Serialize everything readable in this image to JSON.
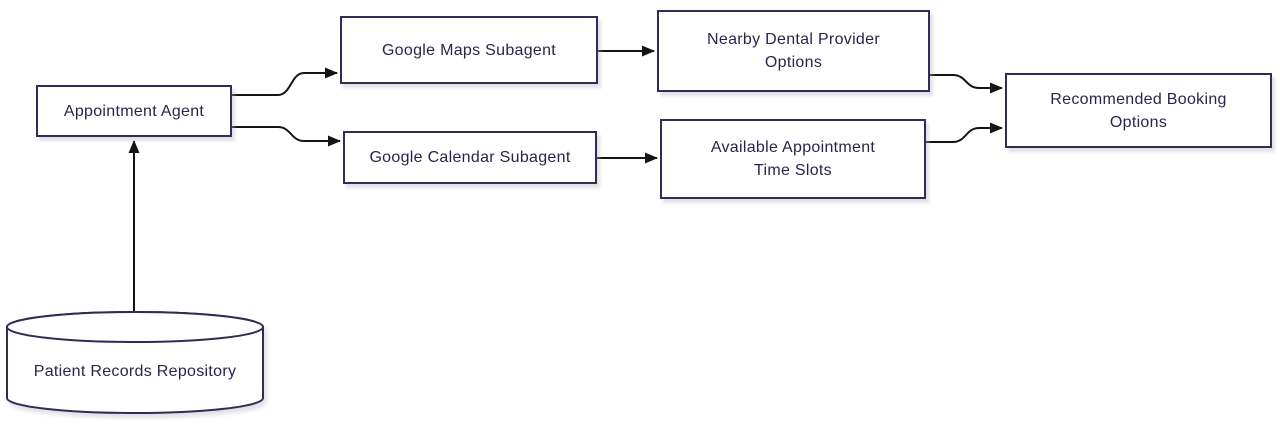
{
  "diagram": {
    "type": "flowchart",
    "background_color": "#ffffff",
    "node_fill_color": "#ffffff",
    "node_border_color": "#2e2e54",
    "node_text_color": "#26264d",
    "edge_color": "#141414",
    "nodes": {
      "appointment_agent": {
        "label": "Appointment Agent",
        "shape": "rectangle"
      },
      "google_maps": {
        "label": "Google Maps Subagent",
        "shape": "rectangle"
      },
      "google_calendar": {
        "label": "Google Calendar Subagent",
        "shape": "rectangle"
      },
      "nearby_dental": {
        "label": "Nearby Dental Provider\nOptions",
        "shape": "rectangle"
      },
      "available_slots": {
        "label": "Available Appointment\nTime Slots",
        "shape": "rectangle"
      },
      "recommended": {
        "label": "Recommended Booking\nOptions",
        "shape": "rectangle"
      },
      "patient_records": {
        "label": "Patient Records Repository",
        "shape": "cylinder"
      }
    },
    "edges": [
      {
        "from": "patient_records",
        "to": "appointment_agent"
      },
      {
        "from": "appointment_agent",
        "to": "google_maps"
      },
      {
        "from": "appointment_agent",
        "to": "google_calendar"
      },
      {
        "from": "google_maps",
        "to": "nearby_dental"
      },
      {
        "from": "google_calendar",
        "to": "available_slots"
      },
      {
        "from": "nearby_dental",
        "to": "recommended"
      },
      {
        "from": "available_slots",
        "to": "recommended"
      }
    ]
  }
}
